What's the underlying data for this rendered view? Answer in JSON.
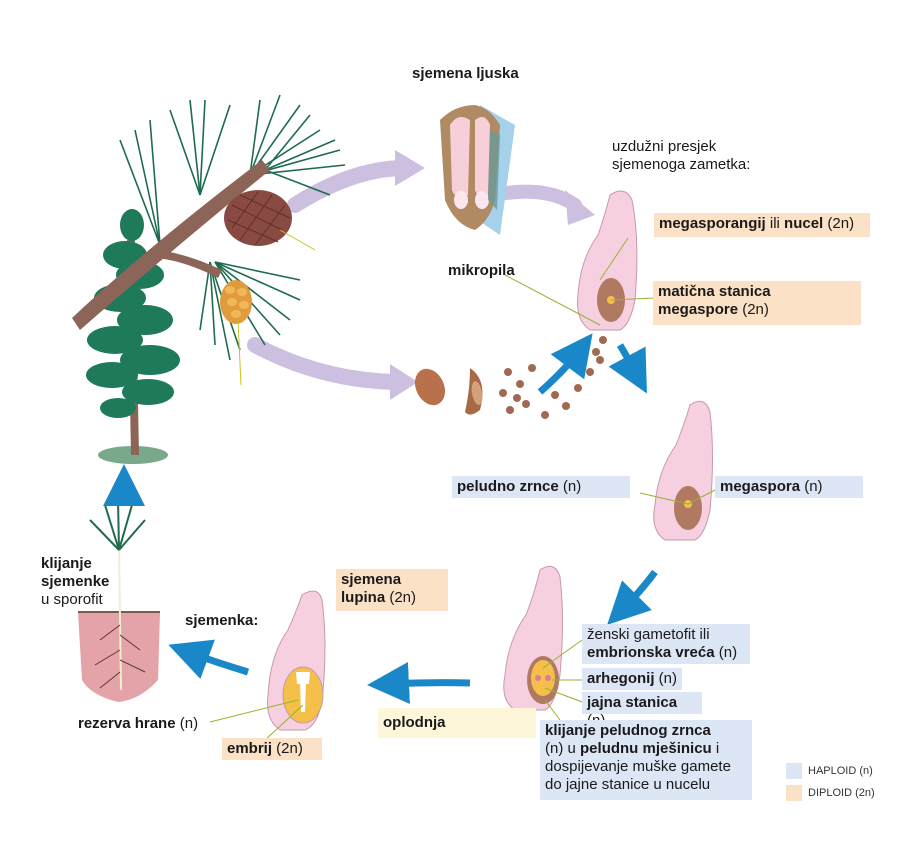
{
  "diagram": {
    "title_seed_scale": "sjemena ljuska",
    "section_caption": [
      "uzdužni presjek",
      "sjemenoga zametka:"
    ],
    "labels": {
      "megasporangium": {
        "bold": "megasporangij",
        "mid": " ili ",
        "bold2": "nucel",
        "tail": " (2n)",
        "ploidy": "diploid"
      },
      "micropyle": {
        "bold": "mikropila"
      },
      "megaspore_mother_cell": {
        "bold_line1": "matična stanica",
        "bold_line2": "megaspore",
        "tail": " (2n)",
        "ploidy": "diploid"
      },
      "pollen_grain": {
        "bold": "peludno zrnce",
        "tail": " (n)",
        "ploidy": "haploid"
      },
      "megaspore": {
        "bold": "megaspora",
        "tail": " (n)",
        "ploidy": "haploid"
      },
      "female_gametophyte": {
        "line1": "ženski gametofit ili",
        "bold": "embrionska vreća",
        "tail": " (n)",
        "ploidy": "haploid"
      },
      "archegonium": {
        "bold": "arhegonij",
        "tail": " (n)",
        "ploidy": "haploid"
      },
      "egg_cell": {
        "bold": "jajna stanica",
        "tail": " (n)",
        "ploidy": "haploid"
      },
      "pollen_germination": {
        "bold1": "klijanje peludnog zrnca",
        "mid": "(n) u ",
        "bold2": "peludnu mješinicu",
        "mid2": " i",
        "line3": "dospijevanje muške gamete",
        "line4": "do jajne stanice u nucelu",
        "ploidy": "haploid"
      },
      "fertilization": {
        "bold": "oplodnja"
      },
      "seed_coat": {
        "bold_line1": "sjemena",
        "bold_line2": "lupina",
        "tail": " (2n)",
        "ploidy": "diploid"
      },
      "seed": {
        "bold": "sjemenka:"
      },
      "food_reserve": {
        "bold": "rezerva hrane",
        "tail": " (n)"
      },
      "embryo": {
        "bold": "embrij",
        "tail": " (2n)",
        "ploidy": "diploid"
      },
      "seed_germination": {
        "bold_line1": "klijanje",
        "bold_line2": "sjemenke",
        "line3": "u sporofit"
      }
    },
    "legend": [
      {
        "label": "HAPLOID (n)",
        "color": "#dce6f5"
      },
      {
        "label": "DIPLOID (2n)",
        "color": "#fbe1c6"
      }
    ],
    "colors": {
      "haploid_box": "#dce6f5",
      "diploid_box": "#fbe1c6",
      "fertilization_box": "#fdf6d8",
      "cycle_arrow": "#1a87c9",
      "transition_arrow": "#cdbfe0",
      "leader_line": "#9ab030",
      "ovule_pink": "#f6cfe0",
      "nucellus_brown": "#b07a62",
      "gametophyte_yellow": "#f5c04a",
      "needle_green": "#1f6b4e",
      "bark_brown": "#8c6458"
    }
  }
}
